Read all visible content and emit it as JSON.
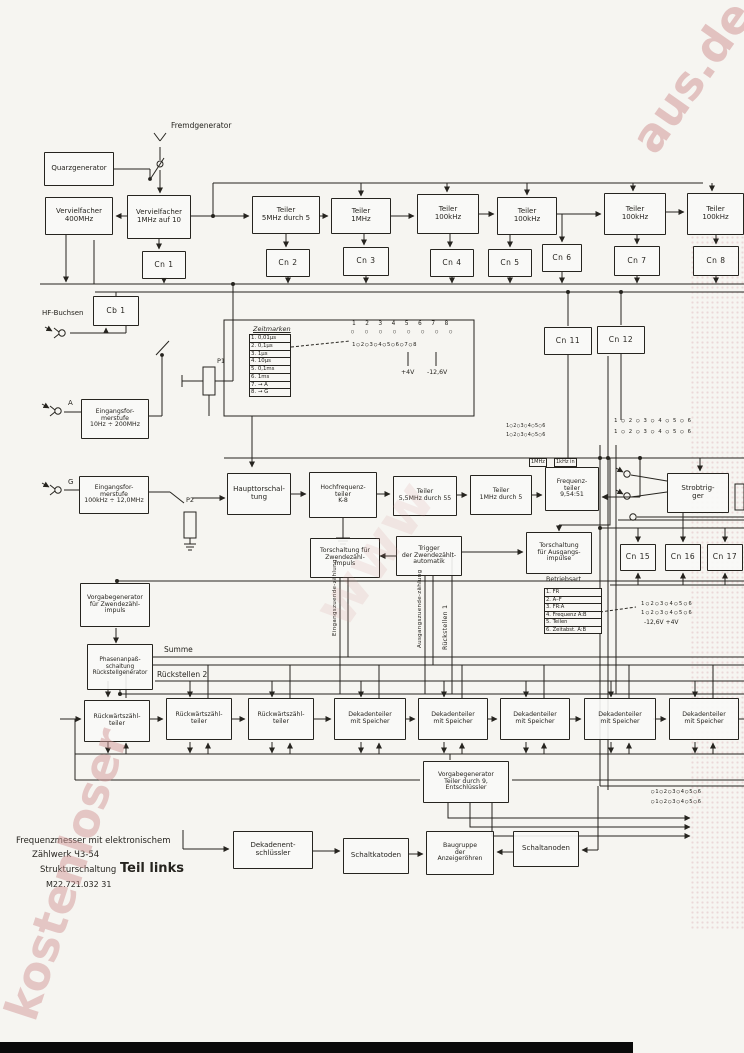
{
  "watermark": {
    "left": "kostenloser",
    "center": "www",
    "top_right": "aus.de"
  },
  "title_block": {
    "line1": "Frequenzmesser mit elektronischem",
    "line2": "Zählwerk Ч3-54",
    "line3": "Strukturschaltung",
    "part": "Teil links",
    "doc_number": "M22.721.032 31"
  },
  "labels": {
    "fremdgenerator": "Fremdgenerator",
    "hf_buchsen": "HF-Buchsen",
    "input_a": "A",
    "input_g": "G",
    "p1": "P1",
    "p2": "P2",
    "zeitmarken_title": "Zeitmarken",
    "plus_4v": "+4V",
    "minus_12_6v": "-12,6V",
    "mhz_box": "1MHz",
    "khz_box": "1kHz in",
    "betriebsart_title": "Betriebsart",
    "supply_right": "-12,6V   +4V",
    "summe": "Summe",
    "rueckstellen_1": "Rückstellen 1",
    "rueckstellen_2": "Rückstellen 2",
    "v_label_left": "Eingangszuende-zählung",
    "v_label_right": "Ausgangszuende-zählung"
  },
  "zeitmarken_items": [
    "1. 0,01μs",
    "2. 0,1μs",
    "3. 1μs",
    "4. 10μs",
    "5. 0,1ms",
    "6. 1ms",
    "7. → A",
    "8. → G"
  ],
  "betriebsarten_items": [
    "1. FR",
    "2. A–F",
    "3. FR:A",
    "4. Frequenz A:B",
    "5. Teilen",
    "6. Zeitabst. A:B"
  ],
  "pin_rows": {
    "digits8": "1  2  3  4  5  6  7  8",
    "circles8": "○ ○ ○ ○ ○ ○ ○ ○",
    "numbered8": "1○2○3○4○5○6○7○8",
    "numbered6": "1○2○3○4○5○6",
    "numbered6b": "○1○2○3○4○5○6"
  },
  "blocks": [
    {
      "label": "Quarzgenerator"
    },
    {
      "label": "Vervielfacher\n400MHz"
    },
    {
      "label": "Vervielfacher\n1MHz auf 10"
    },
    {
      "label": "Teiler\n5MHz durch 5"
    },
    {
      "label": "Teiler\n1MHz"
    },
    {
      "label": "Teiler\n100kHz"
    },
    {
      "label": "Teiler\n100kHz"
    },
    {
      "label": "Teiler\n100kHz"
    },
    {
      "label": "Teiler\n100kHz"
    },
    {
      "label": "Cn 1"
    },
    {
      "label": "Cn 2"
    },
    {
      "label": "Cn 3"
    },
    {
      "label": "Cn 4"
    },
    {
      "label": "Cn 5"
    },
    {
      "label": "Cn 6"
    },
    {
      "label": "Cn 7"
    },
    {
      "label": "Cn 8"
    },
    {
      "label": "Cb 1"
    },
    {
      "label": "Cn 11"
    },
    {
      "label": "Cn 12"
    },
    {
      "label": "Eingangsfor-\nmerstufe\n10Hz ÷ 200MHz"
    },
    {
      "label": "Eingangsfor-\nmerstufe\n100kHz ÷ 12,0MHz"
    },
    {
      "label": "Haupttorschal-\ntung"
    },
    {
      "label": "Hochfrequenz-\nteiler\nK-8"
    },
    {
      "label": "Teiler\n5,5MHz durch 55"
    },
    {
      "label": "Teiler\n1MHz durch 5"
    },
    {
      "label": "Frequenz-\nteiler\n9,54:51"
    },
    {
      "label": "Strobtrig-\nger"
    },
    {
      "label": "Torschaltung für\nZwendezähl-\nimpuls"
    },
    {
      "label": "Trigger\nder Zwendezählt-\nautomatik"
    },
    {
      "label": "Torschaltung\nfür Ausgangs-\nimpulse"
    },
    {
      "label": "Vorgabegenerator\nfür Zwendezähl-\nimpuls"
    },
    {
      "label": "Phasenanpaß-\nschaltung\nRückstellgenerator"
    },
    {
      "label": "Cn 15"
    },
    {
      "label": "Cn 16"
    },
    {
      "label": "Cn 17"
    },
    {
      "label": "Rückwärtszähl-\nteiler"
    },
    {
      "label": "Rückwärtszähl-\nteiler"
    },
    {
      "label": "Rückwärtszähl-\nteiler"
    },
    {
      "label": "Dekadenteiler\nmit Speicher"
    },
    {
      "label": "Dekadenteiler\nmit Speicher"
    },
    {
      "label": "Dekadenteiler\nmit Speicher"
    },
    {
      "label": "Dekadenteiler\nmit Speicher"
    },
    {
      "label": "Dekadenteiler\nmit Speicher"
    },
    {
      "label": "Vorgabegenerator\nTeiler durch 9,\nEntschlüssler"
    },
    {
      "label": "Dekadenent-\nschlüssler"
    },
    {
      "label": "Schaltkatoden"
    },
    {
      "label": "Baugruppe\nder\nAnzeigeröhren"
    },
    {
      "label": "Schaltanoden"
    }
  ]
}
